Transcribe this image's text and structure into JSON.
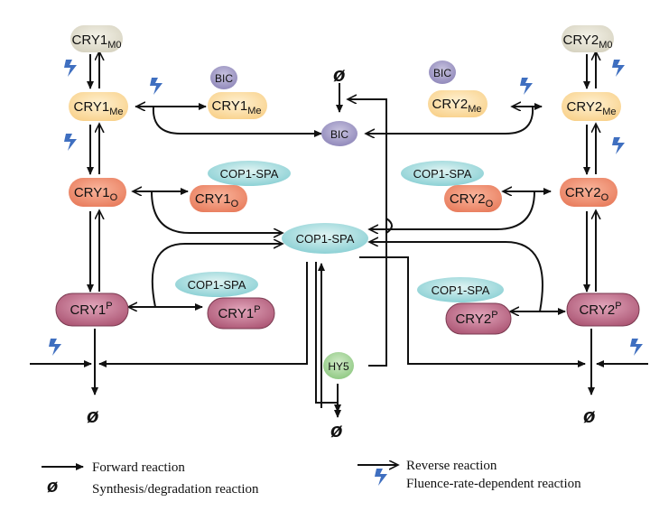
{
  "nodes": {
    "cry1_m0": {
      "base": "CRY1",
      "sub": "M0"
    },
    "cry1_me": {
      "base": "CRY1",
      "sub": "Me"
    },
    "cry1_o": {
      "base": "CRY1",
      "sub": "O"
    },
    "cry1_p": {
      "base": "CRY1",
      "sup": "P"
    },
    "cry1_me_bic": {
      "base": "CRY1",
      "sub": "Me"
    },
    "cry1_o_cop": {
      "base": "CRY1",
      "sub": "O"
    },
    "cry1_p_cop": {
      "base": "CRY1",
      "sup": "P"
    },
    "cry2_m0": {
      "base": "CRY2",
      "sub": "M0"
    },
    "cry2_me": {
      "base": "CRY2",
      "sub": "Me"
    },
    "cry2_o": {
      "base": "CRY2",
      "sub": "O"
    },
    "cry2_p": {
      "base": "CRY2",
      "sup": "P"
    },
    "cry2_me_bic": {
      "base": "CRY2",
      "sub": "Me"
    },
    "cry2_o_cop": {
      "base": "CRY2",
      "sub": "O"
    },
    "cry2_p_cop": {
      "base": "CRY2",
      "sup": "P"
    },
    "bic_label": "BIC",
    "cop1spa_label": "COP1-SPA",
    "hy5_label": "HY5",
    "null_symbol": "ø"
  },
  "legend": {
    "forward": "Forward reaction",
    "reverse": "Reverse reaction",
    "synth": "Synthesis/degradation reaction",
    "fluence": "Fluence-rate-dependent reaction"
  },
  "colors": {
    "m0": "#e8e5d5",
    "me": "#fde3b0",
    "o": "#f29476",
    "p": "#c9708e",
    "cop1spa": "#a4dadd",
    "bic": "#a6a0c8",
    "hy5": "#a6d69b",
    "bolt": "#3f6fc0",
    "line": "#111111"
  }
}
